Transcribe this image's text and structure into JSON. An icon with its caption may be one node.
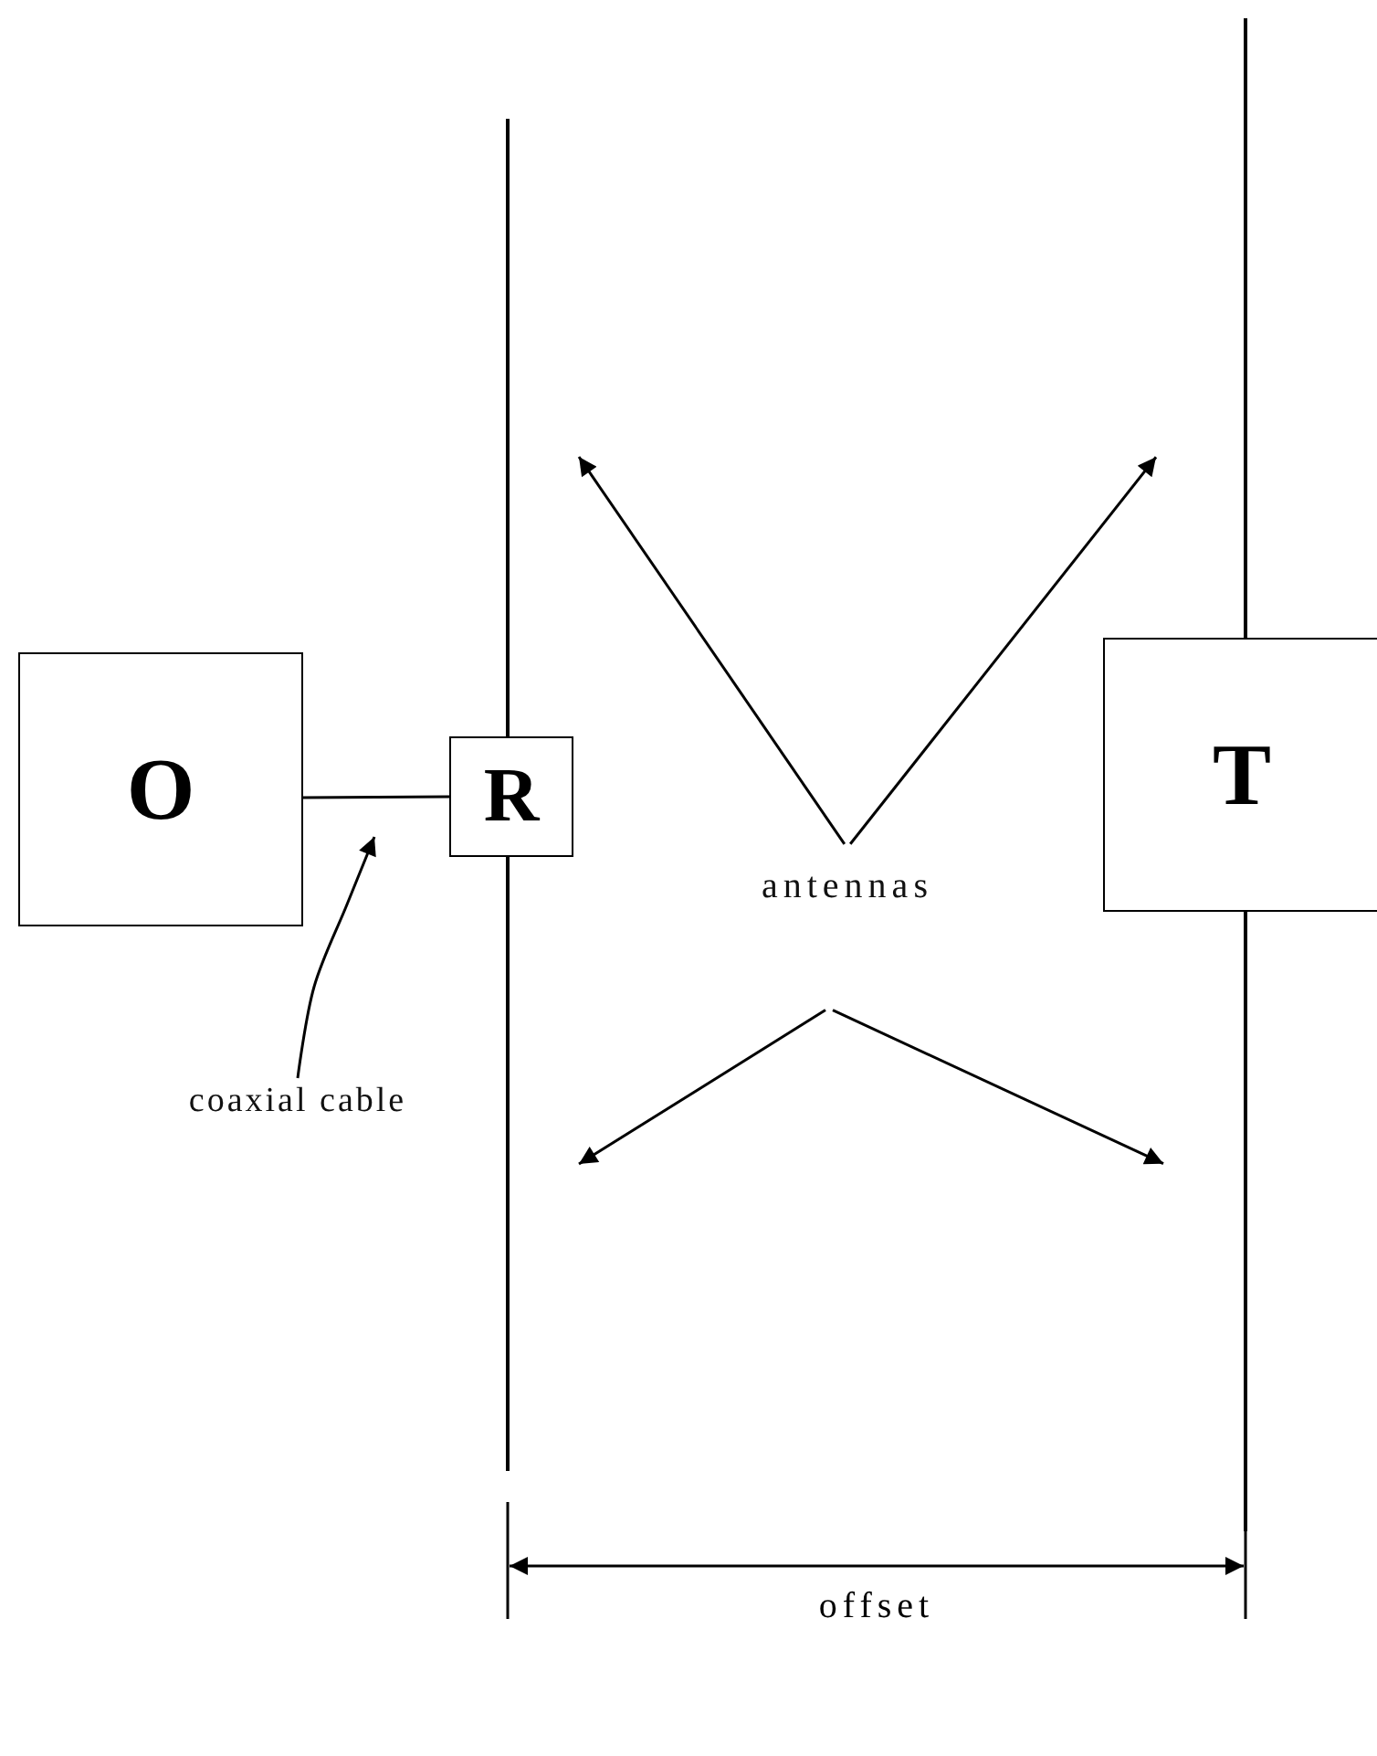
{
  "diagram": {
    "nodes": [
      {
        "text": [
          "O"
        ]
      },
      {
        "text": [
          "R"
        ]
      },
      {
        "text": [
          "T"
        ]
      },
      {
        "text": [
          "coaxial cable"
        ]
      },
      {
        "text": [
          "antennas"
        ]
      },
      {
        "text": [],
        "shape": "bar"
      },
      {
        "text": [],
        "shape": "bar"
      }
    ],
    "edges": [
      {
        "from": 0,
        "to": 1,
        "arrow": "none"
      },
      {
        "from": 3,
        "to": null,
        "arrow": "to"
      },
      {
        "from": 4,
        "to": 5,
        "arrow": "to"
      },
      {
        "from": 4,
        "to": 6,
        "arrow": "to"
      },
      {
        "from": 4,
        "to": 5,
        "arrow": "to"
      },
      {
        "from": 4,
        "to": 6,
        "arrow": "to"
      }
    ],
    "labels": [
      "offset"
    ]
  }
}
